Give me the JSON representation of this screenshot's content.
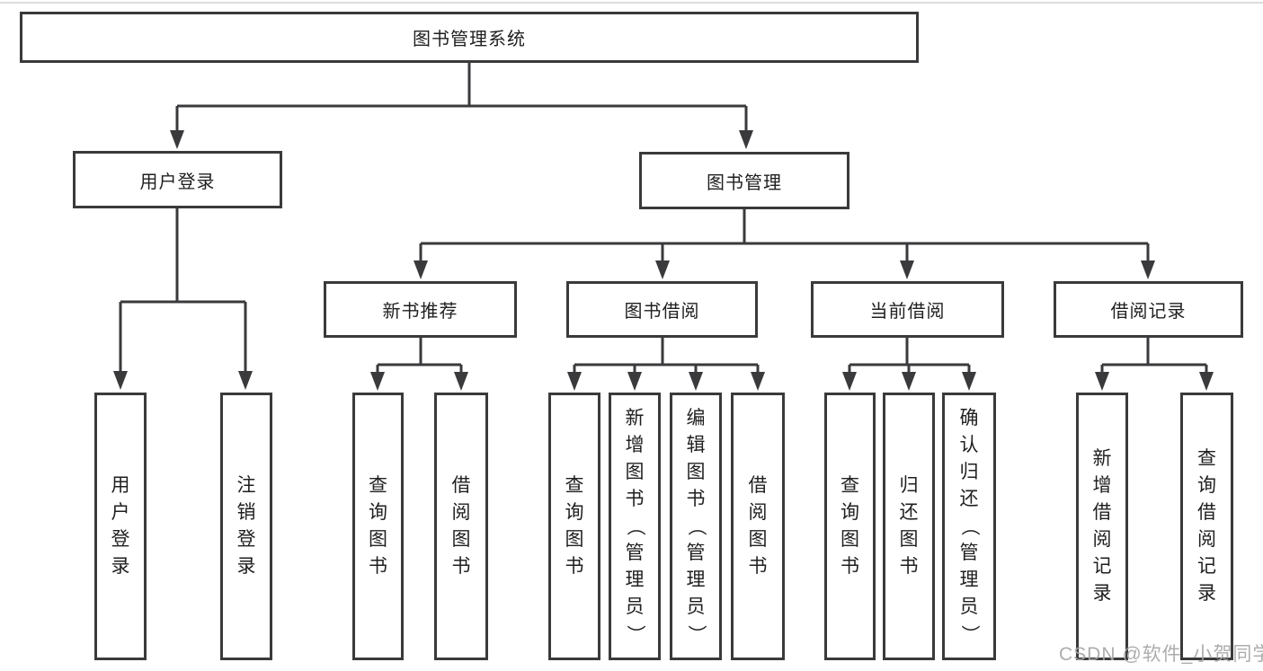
{
  "title": "图书管理系统",
  "nodes": {
    "root": {
      "label": "图书管理系统"
    },
    "level2": [
      {
        "label": "用户登录"
      },
      {
        "label": "图书管理"
      }
    ],
    "level3": [
      {
        "label": "新书推荐",
        "parent": "图书管理"
      },
      {
        "label": "图书借阅",
        "parent": "图书管理"
      },
      {
        "label": "当前借阅",
        "parent": "图书管理"
      },
      {
        "label": "借阅记录",
        "parent": "图书管理"
      }
    ],
    "leaves": [
      {
        "label": "用户登录",
        "parent": "用户登录"
      },
      {
        "label": "注销登录",
        "parent": "用户登录"
      },
      {
        "label": "查询图书",
        "parent": "新书推荐"
      },
      {
        "label": "借阅图书",
        "parent": "新书推荐"
      },
      {
        "label": "查询图书",
        "parent": "图书借阅"
      },
      {
        "label": "新增图书（管理员）",
        "parent": "图书借阅"
      },
      {
        "label": "编辑图书（管理员）",
        "parent": "图书借阅"
      },
      {
        "label": "借阅图书",
        "parent": "图书借阅"
      },
      {
        "label": "查询图书",
        "parent": "当前借阅"
      },
      {
        "label": "归还图书",
        "parent": "当前借阅"
      },
      {
        "label": "确认归还（管理员）",
        "parent": "当前借阅"
      },
      {
        "label": "新增借阅记录",
        "parent": "借阅记录"
      },
      {
        "label": "查询借阅记录",
        "parent": "借阅记录"
      }
    ]
  },
  "watermark": "CSDN @软件_小贺同学",
  "colors": {
    "line": "#3a3a3c",
    "text": "#1f1f1f",
    "background": "#ffffff",
    "watermark": "#a6a6a6"
  }
}
